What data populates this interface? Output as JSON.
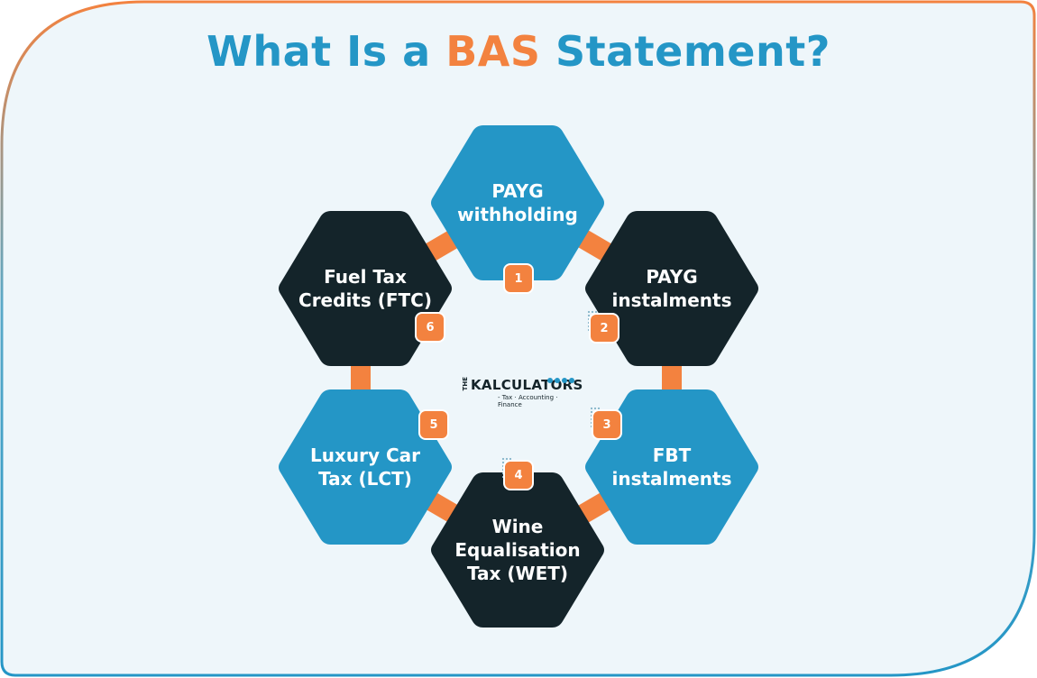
{
  "title": {
    "before": "What Is a ",
    "accent": "BAS",
    "after": " Statement?"
  },
  "colors": {
    "blue": "#2496c6",
    "dark": "#14242a",
    "orange": "#f3823f",
    "panel": "#eef6fa"
  },
  "items": [
    {
      "number": "1",
      "label": "PAYG\nwithholding",
      "style": "blue"
    },
    {
      "number": "2",
      "label": "PAYG\ninstalments",
      "style": "dark"
    },
    {
      "number": "3",
      "label": "FBT\ninstalments",
      "style": "blue"
    },
    {
      "number": "4",
      "label": "Wine\nEqualisation\nTax (WET)",
      "style": "dark"
    },
    {
      "number": "5",
      "label": "Luxury Car\nTax (LCT)",
      "style": "blue"
    },
    {
      "number": "6",
      "label": "Fuel Tax\nCredits (FTC)",
      "style": "dark"
    }
  ],
  "logo": {
    "prefix": "THE",
    "name": "KALCULATORS",
    "tagline": "- Tax · Accounting · Finance"
  }
}
